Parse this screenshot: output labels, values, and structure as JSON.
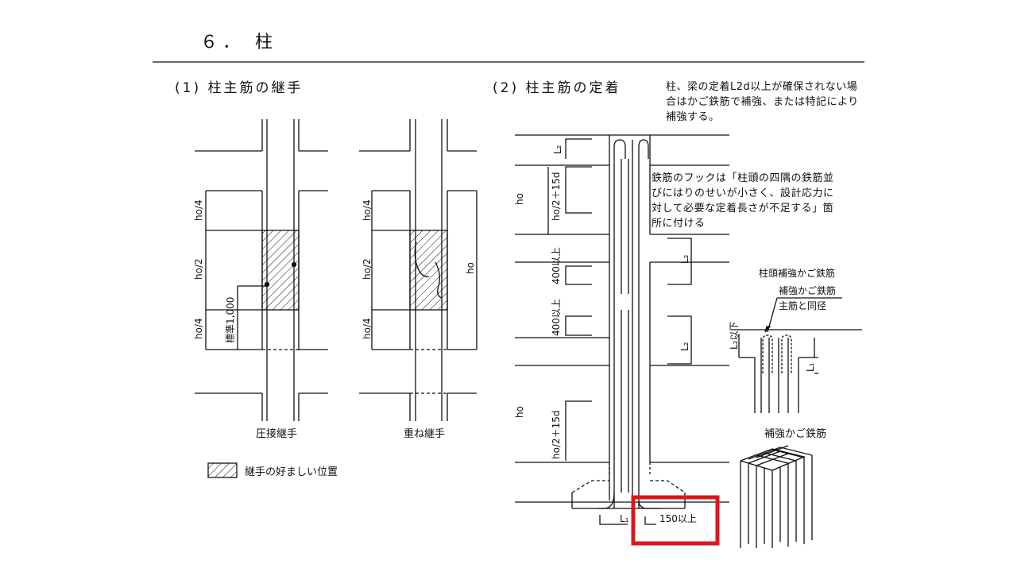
{
  "heading": "６． 柱",
  "section1": {
    "title": "(1) 柱主筋の継手",
    "left_caption": "圧接継手",
    "right_caption": "重ね継手",
    "legend_text": "継手の好ましい位置",
    "dims": {
      "ho4_top": "ho/4",
      "ho2": "ho/2",
      "ho4_bottom": "ho/4",
      "std": "標準1,000",
      "ho": "ho"
    }
  },
  "section2": {
    "title": "(2) 柱主筋の定着",
    "note1": "柱、梁の定着L2d以上が確保されない場合はかご鉄筋で補強、または特記により補強する。",
    "note2": "鉄筋のフックは「柱頭の四隅の鉄筋並びにはりのせいが小さく、設計応力に対して必要な定着長さが不足する」箇所に付ける",
    "dims": {
      "L2": "L₂",
      "ho_plus": "ho/2＋15d",
      "ho": "ho",
      "over400": "400以上",
      "L1": "L₁",
      "over150": "150以上"
    },
    "detail": {
      "title": "柱頭補強かご鉄筋",
      "label_a": "補強かご鉄筋",
      "label_b": "主筋と同径",
      "l2_below": "L₂以下",
      "l1": "L₁"
    },
    "cage_title": "補強かご鉄筋"
  },
  "highlight_color": "#e0141e"
}
